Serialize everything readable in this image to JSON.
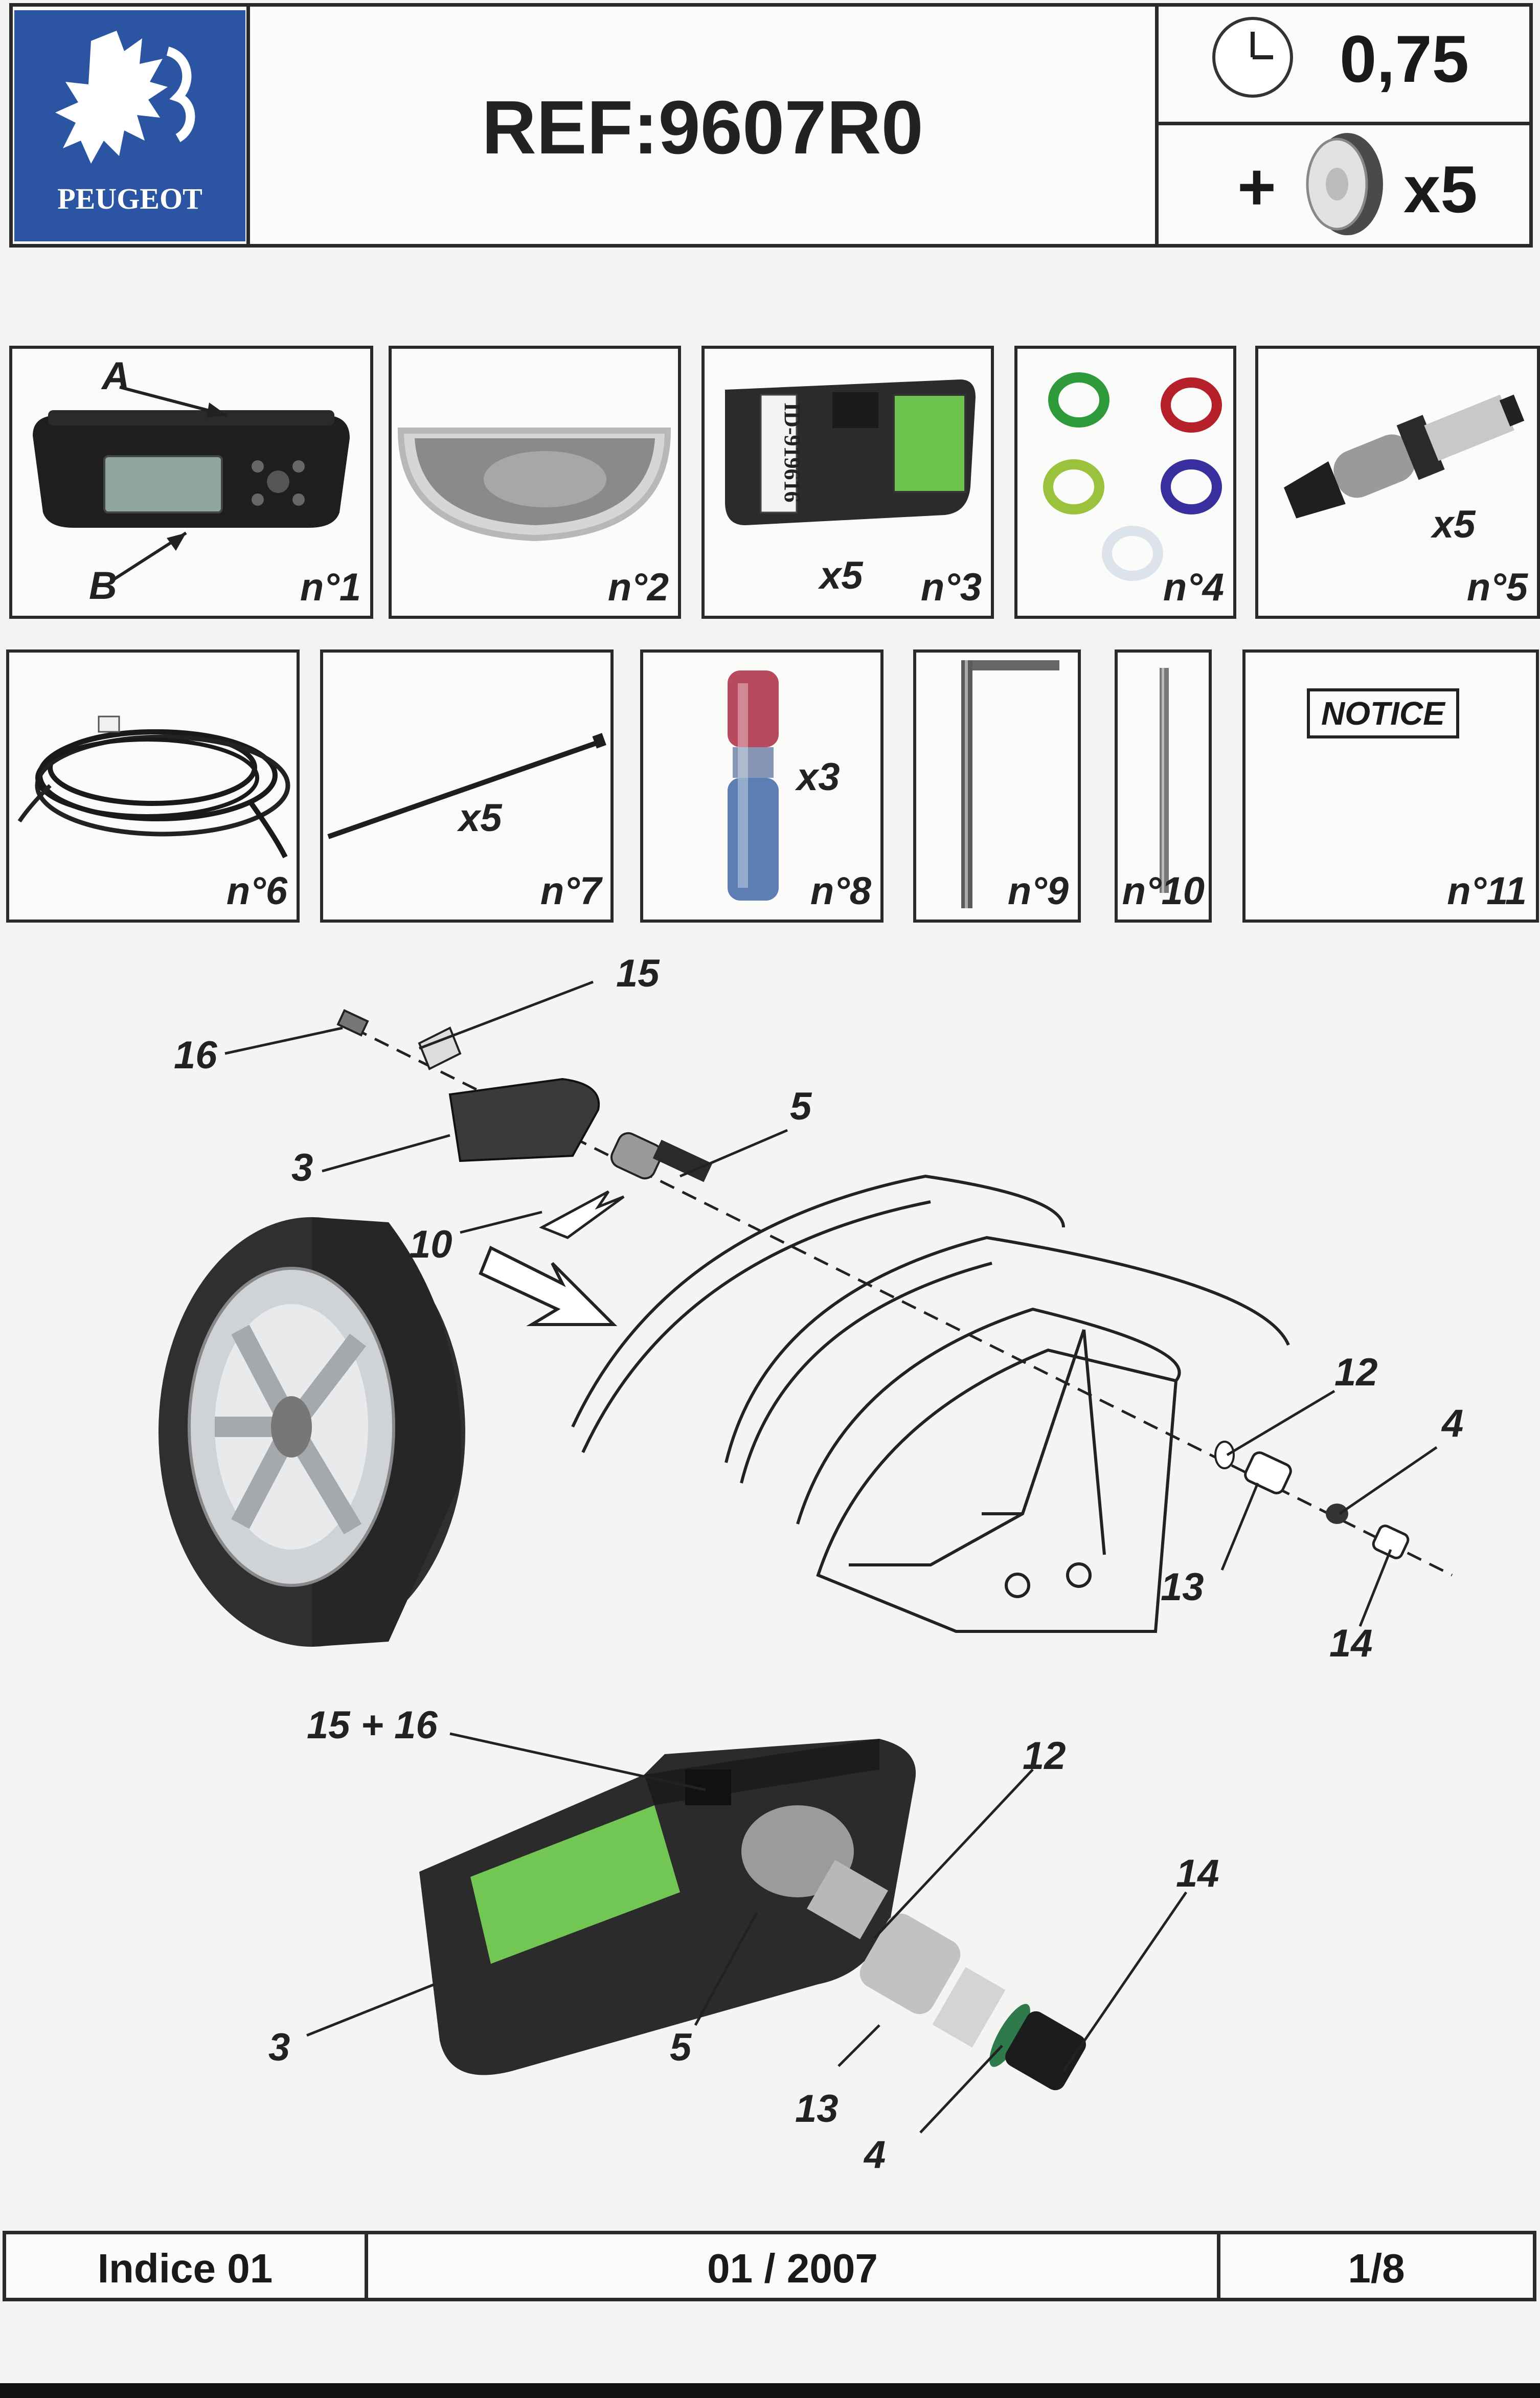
{
  "header": {
    "brand": "PEUGEOT",
    "reference": "REF:9607R0",
    "time_value": "0,75",
    "plus": "+",
    "wheel_count": "x5"
  },
  "parts_row1": [
    {
      "label": "n°1",
      "markers": [
        "A",
        "B"
      ]
    },
    {
      "label": "n°2"
    },
    {
      "label": "n°3",
      "count": "x5",
      "sensor_id": "ID-919616"
    },
    {
      "label": "n°4",
      "ring_colors": [
        "#2e9a3a",
        "#b5202a",
        "#9ac23c",
        "#3a2f9e",
        "#dde3ea"
      ]
    },
    {
      "label": "n°5",
      "count": "x5"
    }
  ],
  "parts_row2": [
    {
      "label": "n°6"
    },
    {
      "label": "n°7",
      "count": "x5"
    },
    {
      "label": "n°8",
      "count": "x3"
    },
    {
      "label": "n°9"
    },
    {
      "label": "n°10"
    },
    {
      "label": "n°11",
      "notice": "NOTICE"
    }
  ],
  "exploded_callouts": {
    "c16": "16",
    "c15": "15",
    "c3": "3",
    "c5": "5",
    "c10": "10",
    "c12": "12",
    "c4": "4",
    "c13": "13",
    "c14": "14"
  },
  "assembly_callouts": {
    "c1516": "15 + 16",
    "c12": "12",
    "c14": "14",
    "c3": "3",
    "c5": "5",
    "c13": "13",
    "c4": "4"
  },
  "footer": {
    "indice": "Indice 01",
    "date": "01 / 2007",
    "page": "1/8"
  }
}
